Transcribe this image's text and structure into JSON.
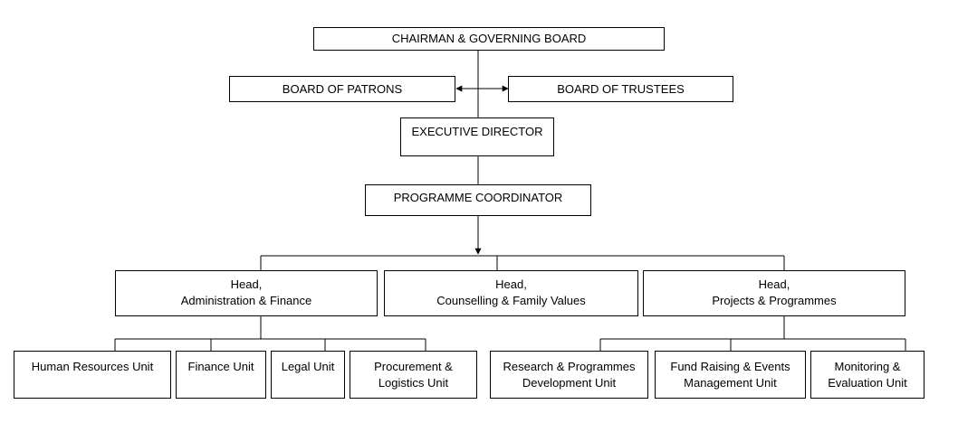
{
  "org_chart": {
    "chairman": "CHAIRMAN & GOVERNING BOARD",
    "patrons": "BOARD OF PATRONS",
    "trustees": "BOARD OF TRUSTEES",
    "executive_director": "EXECUTIVE DIRECTOR",
    "programme_coordinator": "PROGRAMME COORDINATOR",
    "heads": {
      "admin": "Head,\nAdministration & Finance",
      "counselling": "Head,\nCounselling & Family Values",
      "projects": "Head,\nProjects & Programmes"
    },
    "units": {
      "human_resources": "Human Resources Unit",
      "finance": "Finance Unit",
      "legal": "Legal Unit",
      "procurement": "Procurement &\nLogistics Unit",
      "research": "Research & Programmes\nDevelopment Unit",
      "fund_raising": "Fund Raising & Events\nManagement Unit",
      "monitoring": "Monitoring &\nEvaluation Unit"
    },
    "colors": {
      "line": "#000000",
      "box_border": "#000000",
      "background": "#ffffff"
    }
  }
}
